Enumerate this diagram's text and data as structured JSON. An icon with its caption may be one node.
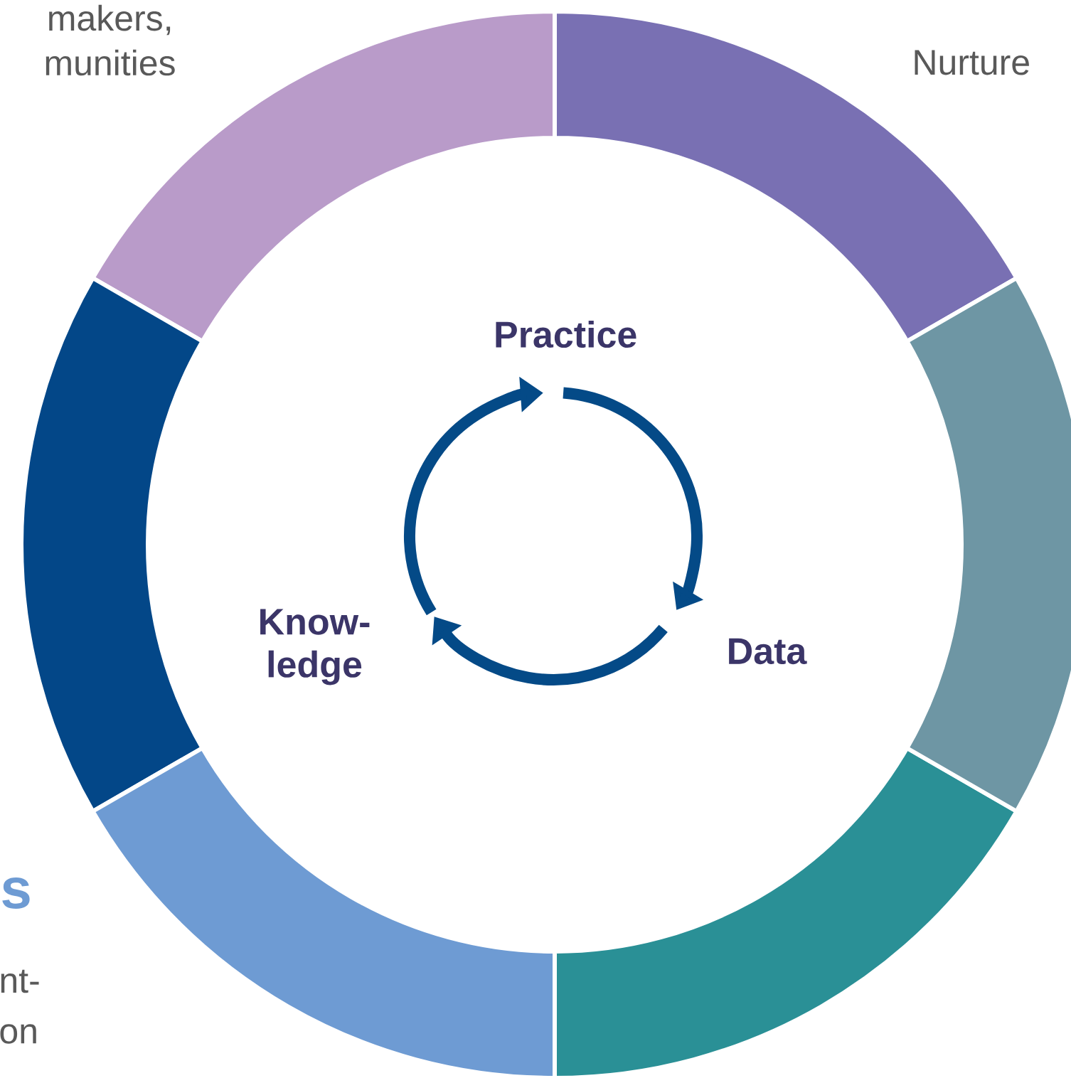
{
  "diagram": {
    "nodes": [
      {
        "text": [
          "Practice"
        ]
      },
      {
        "text": [
          "Data"
        ]
      },
      {
        "text": [
          "Know- ledge"
        ]
      }
    ],
    "edges": [
      {
        "from": 2,
        "to": 0,
        "arrow": "to"
      },
      {
        "from": 0,
        "to": 1,
        "arrow": "to"
      },
      {
        "from": 1,
        "to": 2,
        "arrow": "to"
      }
    ],
    "labels": [
      "makers,",
      "munities",
      "Nurture",
      "s",
      "nt-",
      "on"
    ]
  }
}
